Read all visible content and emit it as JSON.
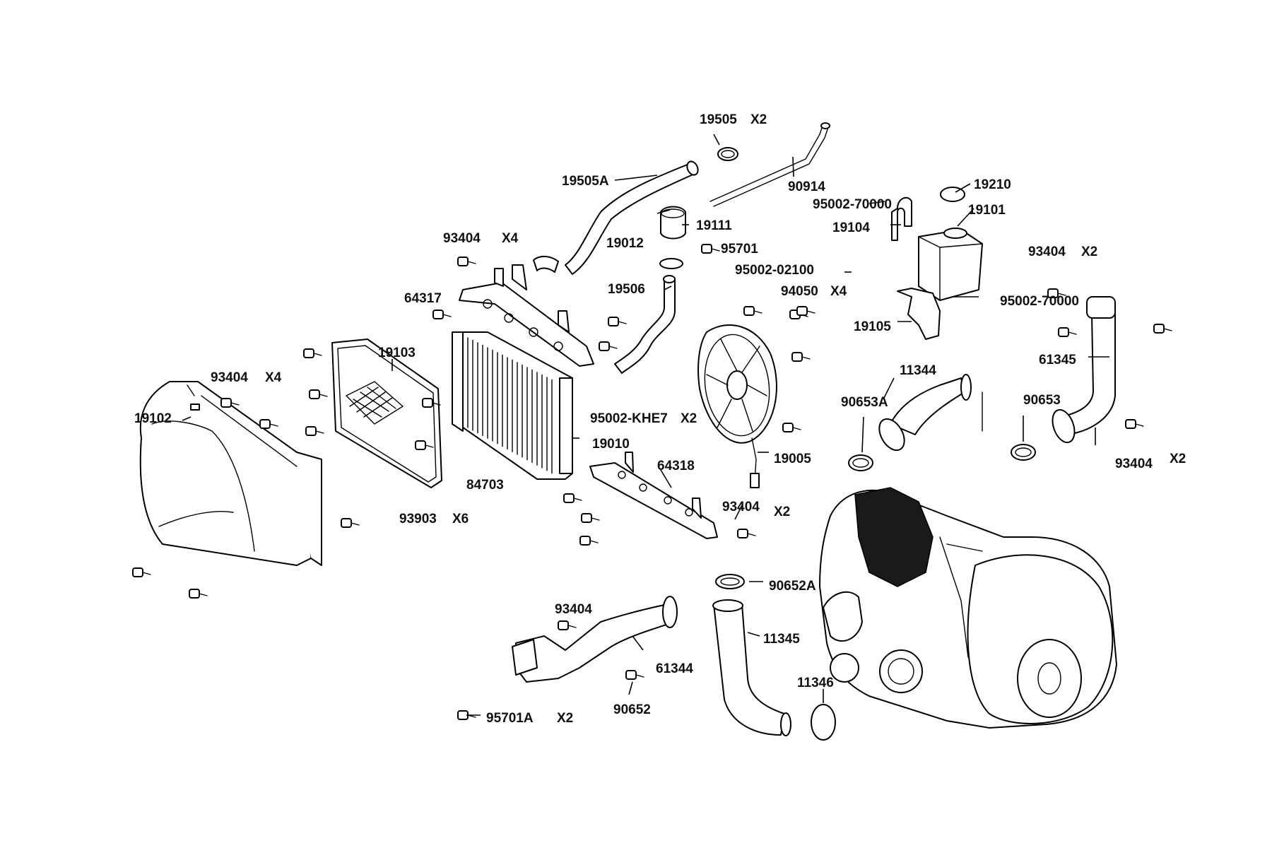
{
  "callouts": {
    "c19505": {
      "part": "19505",
      "qty": "X2"
    },
    "c19505A": {
      "part": "19505A"
    },
    "c90914": {
      "part": "90914"
    },
    "c19210": {
      "part": "19210"
    },
    "c95002_70000_top": {
      "part": "95002-70000"
    },
    "c19104": {
      "part": "19104"
    },
    "c19101": {
      "part": "19101"
    },
    "c19111": {
      "part": "19111"
    },
    "c19012": {
      "part": "19012"
    },
    "c93404_a": {
      "part": "93404",
      "qty": "X4"
    },
    "c95701": {
      "part": "95701"
    },
    "c95002_02100": {
      "part": "95002-02100"
    },
    "c93404_b": {
      "part": "93404",
      "qty": "X2"
    },
    "c64317": {
      "part": "64317"
    },
    "c19506": {
      "part": "19506"
    },
    "c94050": {
      "part": "94050",
      "qty": "X4"
    },
    "c95002_70000_b": {
      "part": "95002-70000"
    },
    "c19105": {
      "part": "19105"
    },
    "c19103": {
      "part": "19103"
    },
    "c61345": {
      "part": "61345"
    },
    "c93404_c": {
      "part": "93404",
      "qty": "X4"
    },
    "c11344": {
      "part": "11344"
    },
    "c19102": {
      "part": "19102"
    },
    "c95002_KHE7": {
      "part": "95002-KHE7",
      "qty": "X2"
    },
    "c90653A": {
      "part": "90653A"
    },
    "c90653": {
      "part": "90653"
    },
    "c19010": {
      "part": "19010"
    },
    "c19005": {
      "part": "19005"
    },
    "c64318": {
      "part": "64318"
    },
    "c93404_d": {
      "part": "93404",
      "qty": "X2"
    },
    "c84703": {
      "part": "84703"
    },
    "c93903": {
      "part": "93903",
      "qty": "X6"
    },
    "c93404_e": {
      "part": "93404",
      "qty": "X2"
    },
    "c90652A": {
      "part": "90652A"
    },
    "c93404_f": {
      "part": "93404"
    },
    "c11345": {
      "part": "11345"
    },
    "c61344": {
      "part": "61344"
    },
    "c11346": {
      "part": "11346"
    },
    "c90652": {
      "part": "90652"
    },
    "c95701A": {
      "part": "95701A",
      "qty": "X2"
    }
  }
}
